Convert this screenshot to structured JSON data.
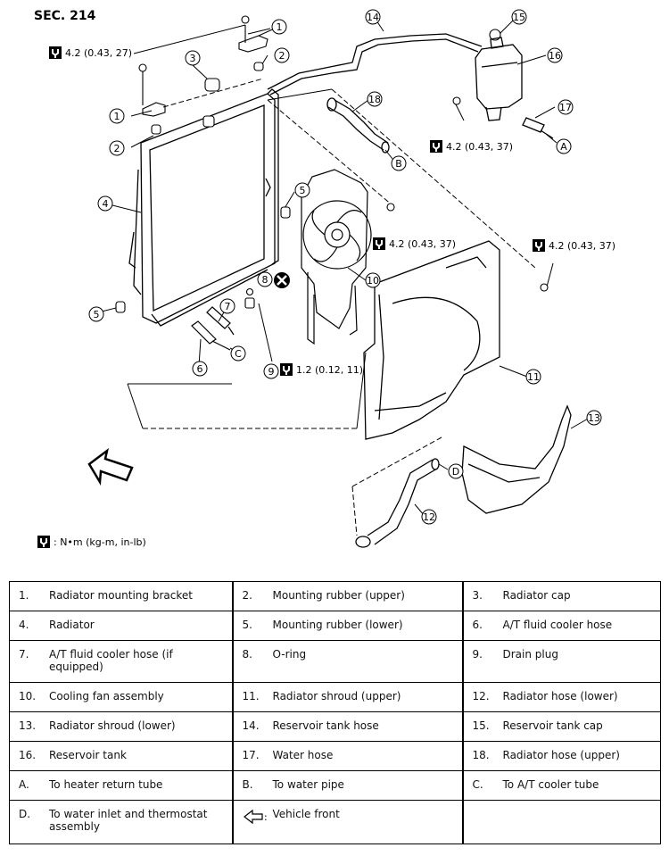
{
  "diagram": {
    "section": "SEC. 214",
    "torque_values": {
      "t1": "4.2 (0.43, 27)",
      "t2": "4.2 (0.43, 37)",
      "t3": "4.2 (0.43, 37)",
      "t4": "4.2 (0.43, 37)",
      "t5": "1.2 (0.12, 11)"
    },
    "torque_unit": ": N•m (kg-m, in-lb)",
    "callouts": [
      "1",
      "2",
      "3",
      "1",
      "2",
      "4",
      "5",
      "5",
      "6",
      "7",
      "8",
      "9",
      "10",
      "11",
      "12",
      "13",
      "14",
      "15",
      "16",
      "17",
      "18"
    ],
    "connection_letters": [
      "A",
      "B",
      "C",
      "D"
    ]
  },
  "legend": {
    "rows": [
      [
        {
          "i": "1.",
          "t": "Radiator mounting bracket"
        },
        {
          "i": "2.",
          "t": "Mounting rubber (upper)"
        },
        {
          "i": "3.",
          "t": "Radiator cap"
        }
      ],
      [
        {
          "i": "4.",
          "t": "Radiator"
        },
        {
          "i": "5.",
          "t": "Mounting rubber (lower)"
        },
        {
          "i": "6.",
          "t": "A/T fluid cooler hose"
        }
      ],
      [
        {
          "i": "7.",
          "t": "A/T fluid cooler hose (if equipped)"
        },
        {
          "i": "8.",
          "t": "O-ring"
        },
        {
          "i": "9.",
          "t": "Drain plug"
        }
      ],
      [
        {
          "i": "10.",
          "t": "Cooling fan assembly"
        },
        {
          "i": "11.",
          "t": "Radiator shroud (upper)"
        },
        {
          "i": "12.",
          "t": "Radiator hose (lower)"
        }
      ],
      [
        {
          "i": "13.",
          "t": "Radiator shroud (lower)"
        },
        {
          "i": "14.",
          "t": "Reservoir tank hose"
        },
        {
          "i": "15.",
          "t": "Reservoir tank cap"
        }
      ],
      [
        {
          "i": "16.",
          "t": "Reservoir tank"
        },
        {
          "i": "17.",
          "t": "Water hose"
        },
        {
          "i": "18.",
          "t": "Radiator hose (upper)"
        }
      ],
      [
        {
          "i": "A.",
          "t": "To heater return tube"
        },
        {
          "i": "B.",
          "t": "To water pipe"
        },
        {
          "i": "C.",
          "t": "To A/T cooler tube"
        }
      ],
      [
        {
          "i": "D.",
          "t": "To water inlet and thermostat assembly"
        },
        {
          "i": "",
          "t": "Vehicle front"
        },
        {
          "i": "",
          "t": ""
        }
      ]
    ]
  }
}
